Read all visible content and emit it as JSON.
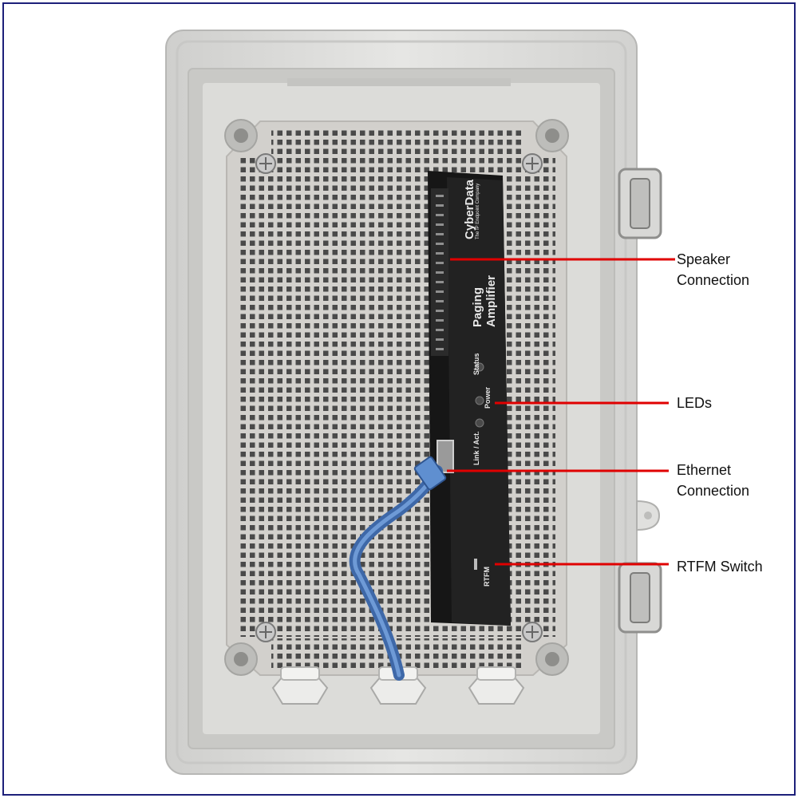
{
  "device": {
    "brand": "CyberData",
    "tagline": "The IP Endpoint Company",
    "product_line1": "Paging",
    "product_line2": "Amplifier",
    "led_labels": [
      "Status",
      "Power",
      "Link / Act."
    ],
    "switch_label": "RTFM"
  },
  "callouts": [
    {
      "id": "speaker-connection",
      "text": "Speaker\nConnection"
    },
    {
      "id": "leds",
      "text": "LEDs"
    },
    {
      "id": "ethernet-connection",
      "text": "Ethernet\nConnection"
    },
    {
      "id": "rtfm-switch",
      "text": "RTFM Switch"
    }
  ],
  "colors": {
    "frame_border": "#1d1f7a",
    "enclosure": "#e2e2e0",
    "backplate": "#d2d0cc",
    "device_body": "#1b1b1b",
    "cable": "#4a78b8",
    "callout_line": "#e00000"
  }
}
